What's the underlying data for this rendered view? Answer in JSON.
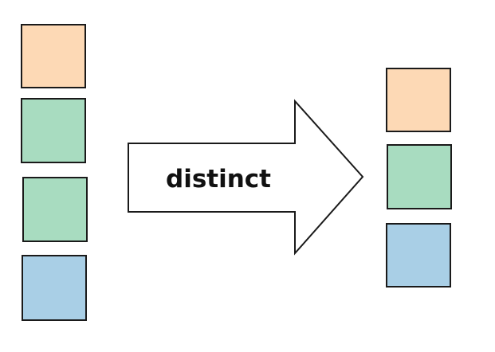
{
  "diagram": {
    "operation_label": "distinct",
    "colors": {
      "orange": "#fdd9b5",
      "green": "#a8dcc0",
      "blue": "#a9cfe6",
      "stroke": "#1a1a1a"
    },
    "input_items": [
      {
        "color_key": "orange",
        "fill": "#fdd9b5"
      },
      {
        "color_key": "green",
        "fill": "#a8dcc0"
      },
      {
        "color_key": "green",
        "fill": "#a8dcc0"
      },
      {
        "color_key": "blue",
        "fill": "#a9cfe6"
      }
    ],
    "output_items": [
      {
        "color_key": "orange",
        "fill": "#fdd9b5"
      },
      {
        "color_key": "green",
        "fill": "#a8dcc0"
      },
      {
        "color_key": "blue",
        "fill": "#a9cfe6"
      }
    ]
  }
}
